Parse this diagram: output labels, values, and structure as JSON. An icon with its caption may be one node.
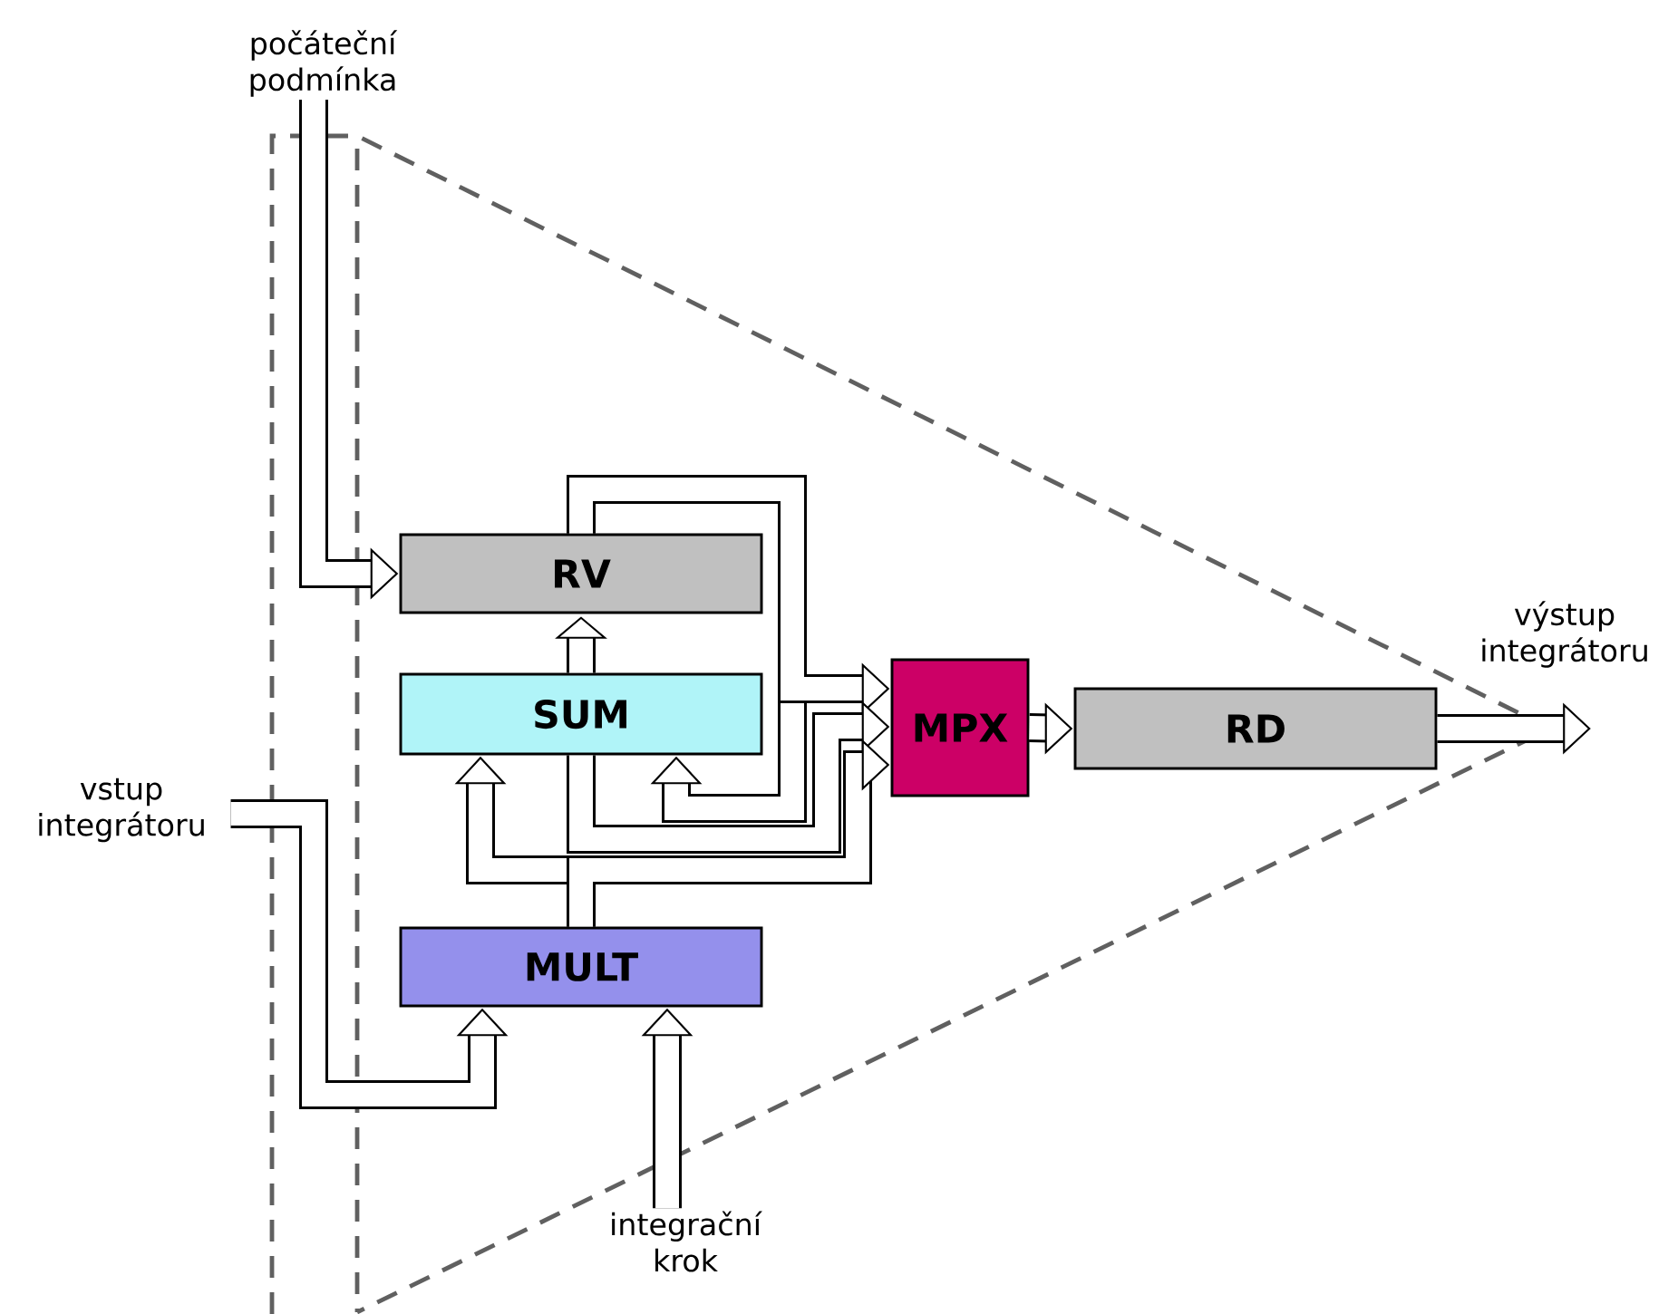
{
  "diagram": {
    "nodes": [
      {
        "text": [
          "počáteční podmínka"
        ]
      },
      {
        "text": [
          "RV"
        ]
      },
      {
        "text": [
          "SUM"
        ]
      },
      {
        "text": [
          "MPX"
        ]
      },
      {
        "text": [
          "RD"
        ]
      },
      {
        "text": [
          "vstup integrátoru"
        ]
      },
      {
        "text": [
          "MULT"
        ]
      },
      {
        "text": [
          "integrační krok"
        ]
      }
    ],
    "edges": [
      {
        "from": 0,
        "to": 1,
        "arrow": "to"
      },
      {
        "from": 2,
        "to": 1,
        "arrow": "to"
      },
      {
        "from": 1,
        "to": 2,
        "arrow": "to"
      },
      {
        "from": 1,
        "to": 3,
        "arrow": "to"
      },
      {
        "from": 2,
        "to": 3,
        "arrow": "to"
      },
      {
        "from": 6,
        "to": 2,
        "arrow": "to"
      },
      {
        "from": 6,
        "to": 3,
        "arrow": "to"
      },
      {
        "from": 3,
        "to": 4,
        "arrow": "to"
      },
      {
        "from": 4,
        "to": null,
        "arrow": "to"
      },
      {
        "from": 5,
        "to": 6,
        "arrow": "to"
      },
      {
        "from": 7,
        "to": 6,
        "arrow": "to"
      }
    ],
    "labels": [
      "výstup integrátoru"
    ]
  }
}
